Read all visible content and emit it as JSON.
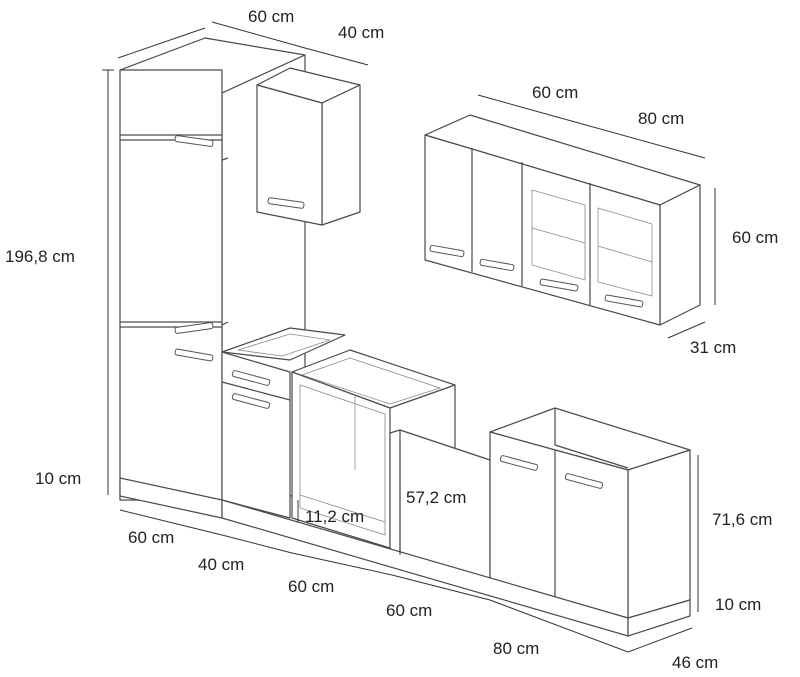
{
  "dimensions": {
    "tall_width": "60 cm",
    "upper_single_width": "40 cm",
    "tall_height": "196,8 cm",
    "plinth_left": "10 cm",
    "wall_unit_60": "60 cm",
    "wall_unit_80": "80 cm",
    "wall_height": "60 cm",
    "wall_depth": "31 cm",
    "base_60_a": "60 cm",
    "base_40": "40 cm",
    "base_60_b": "60 cm",
    "base_60_c": "60 cm",
    "base_80": "80 cm",
    "base_depth": "46 cm",
    "oven_gap": "11,2 cm",
    "appliance_height": "57,2 cm",
    "base_height": "71,6 cm",
    "plinth_right": "10 cm"
  },
  "colors": {
    "line": "#4a4a4a",
    "background": "#ffffff"
  }
}
